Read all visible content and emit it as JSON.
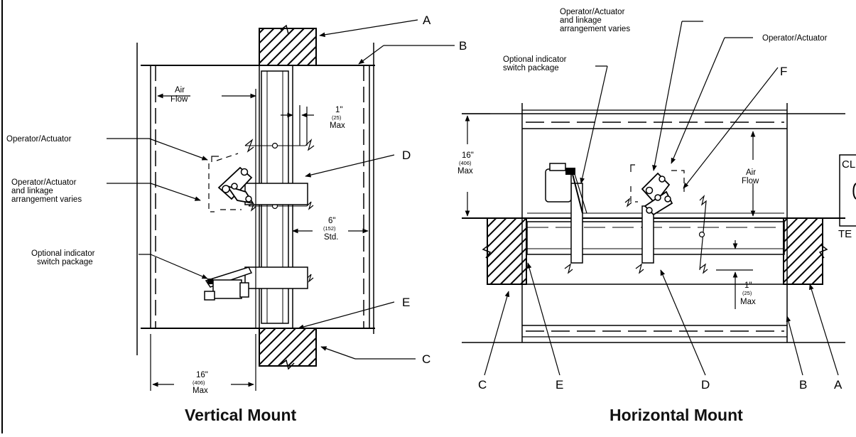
{
  "vertical": {
    "caption": "Vertical Mount",
    "air_flow": [
      "Air",
      "Flow"
    ],
    "operator_actuator": "Operator/Actuator",
    "linkage": [
      "Operator/Actuator",
      "and linkage",
      "arrangement varies"
    ],
    "indicator": [
      "Optional indicator",
      "switch package"
    ],
    "clearance": {
      "value": "1\"",
      "metric": "(25)",
      "note": "Max"
    },
    "spacing": {
      "value": "6\"",
      "metric": "(152)",
      "note": "Std."
    },
    "width": {
      "value": "16\"",
      "metric": "(406)",
      "note": "Max"
    },
    "letters": {
      "a": "A",
      "b": "B",
      "c": "C",
      "d": "D",
      "e": "E"
    }
  },
  "horizontal": {
    "caption": "Horizontal Mount",
    "linkage": [
      "Operator/Actuator",
      "and linkage",
      "arrangement varies"
    ],
    "operator_actuator": "Operator/Actuator",
    "indicator": [
      "Optional indicator",
      "switch package"
    ],
    "air_flow": [
      "Air",
      "Flow"
    ],
    "height": {
      "value": "16\"",
      "metric": "(406)",
      "note": "Max"
    },
    "clearance": {
      "value": "1\"",
      "metric": "(25)",
      "note": "Max"
    },
    "letters": {
      "a": "A",
      "b": "B",
      "c": "C",
      "d": "D",
      "e": "E",
      "f": "F"
    },
    "inset": {
      "top": "CL",
      "bottom": "TE"
    }
  }
}
